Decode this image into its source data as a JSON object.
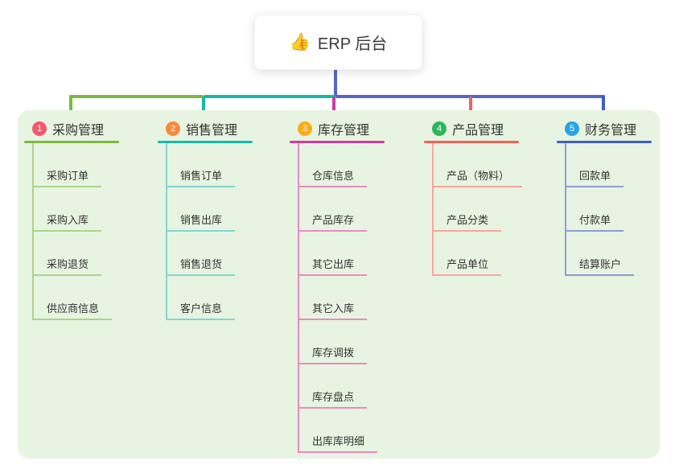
{
  "root": {
    "icon": "👍",
    "label": "ERP 后台"
  },
  "branches": [
    {
      "num": "1",
      "label": "采购管理",
      "color": "#7cba3f",
      "light": "#a9d687",
      "badge": "#f2596b",
      "children": [
        "采购订单",
        "采购入库",
        "采购退货",
        "供应商信息"
      ]
    },
    {
      "num": "2",
      "label": "销售管理",
      "color": "#16b8ac",
      "light": "#82d7cf",
      "badge": "#f78a3d",
      "children": [
        "销售订单",
        "销售出库",
        "销售退货",
        "客户信息"
      ]
    },
    {
      "num": "3",
      "label": "库存管理",
      "color": "#d3399f",
      "light": "#ee87c4",
      "badge": "#fbac19",
      "children": [
        "仓库信息",
        "产品库存",
        "其它出库",
        "其它入库",
        "库存调拨",
        "库存盘点",
        "出库库明细"
      ]
    },
    {
      "num": "4",
      "label": "产品管理",
      "color": "#f4605a",
      "light": "#f9a69c",
      "badge": "#2db55d",
      "children": [
        "产品（物料）",
        "产品分类",
        "产品单位"
      ]
    },
    {
      "num": "5",
      "label": "财务管理",
      "color": "#3d5fc4",
      "light": "#8c9dd9",
      "badge": "#28a4e2",
      "children": [
        "回款单",
        "付款单",
        "结算账户"
      ]
    }
  ],
  "colors": {
    "trunk": "#5467c7",
    "panel_bg": "#e7f4e1",
    "text": "#333333"
  }
}
